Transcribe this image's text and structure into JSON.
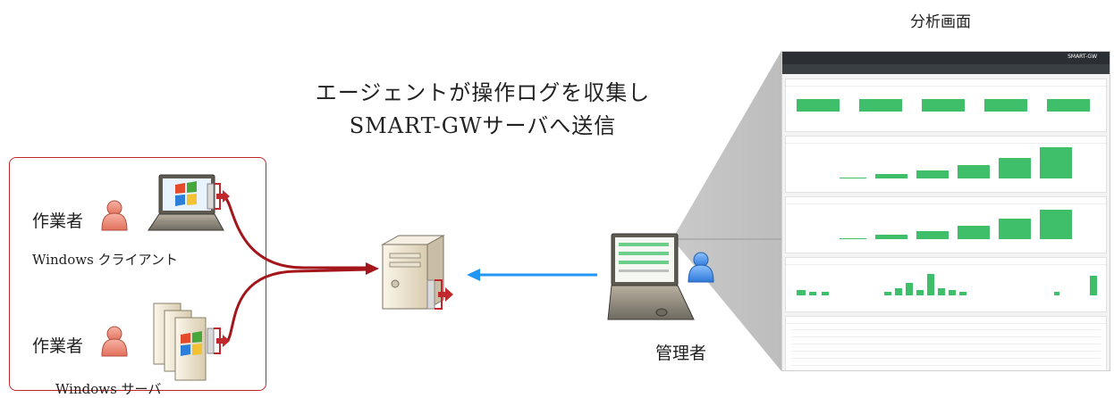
{
  "caption": {
    "line1": "エージェントが操作ログを収集し",
    "line2": "SMART-GWサーバへ送信"
  },
  "analysis_screen_label": "分析画面",
  "workers": [
    {
      "label": "作業者",
      "device": "Windows クライアント"
    },
    {
      "label": "作業者",
      "device": "Windows サーバ"
    }
  ],
  "admin_label": "管理者",
  "analysis_screen": {
    "app_name": "SMART-GW",
    "colors": {
      "bar": "#3fbf69",
      "frame": "#2b2f33",
      "arrow_red": "#b3141c",
      "arrow_blue": "#2196f3"
    }
  },
  "icons": {
    "person": "person-icon",
    "laptop": "laptop-icon",
    "server_stack": "server-stack-icon",
    "server": "server-icon",
    "windows_logo": "windows-logo-icon",
    "export": "export-arrow-icon"
  }
}
